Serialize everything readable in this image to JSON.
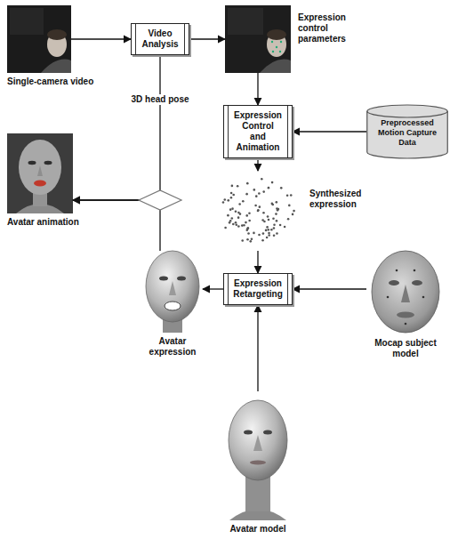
{
  "diagram": {
    "nodes": [
      {
        "text": [
          "Single-camera video"
        ]
      },
      {
        "text": [
          "Video Analysis"
        ]
      },
      {
        "text": [
          "Expression control parameters"
        ]
      },
      {
        "text": [
          "Expression Control and Animation"
        ]
      },
      {
        "text": [
          "Preprocessed Motion Capture Data"
        ]
      },
      {
        "text": [
          "Synthesized expression"
        ]
      },
      {
        "text": [
          "Avatar animation"
        ]
      },
      {
        "text": [
          "Expression Retargeting"
        ]
      },
      {
        "text": [
          "Avatar expression"
        ]
      },
      {
        "text": [
          "Mocap subject model"
        ]
      },
      {
        "text": [
          "Avatar model"
        ]
      }
    ],
    "edges": [
      {
        "from": 0,
        "to": 1,
        "arrow": "to"
      },
      {
        "from": 1,
        "to": 2,
        "arrow": "to"
      },
      {
        "from": 1,
        "to": 6,
        "label": "3D head pose",
        "arrow": "to"
      },
      {
        "from": 2,
        "to": 3,
        "arrow": "to"
      },
      {
        "from": 4,
        "to": 3,
        "arrow": "to"
      },
      {
        "from": 3,
        "to": 5,
        "arrow": "to"
      },
      {
        "from": 5,
        "to": 7,
        "arrow": "to"
      },
      {
        "from": 9,
        "to": 7,
        "arrow": "to"
      },
      {
        "from": 10,
        "to": 7,
        "arrow": "to"
      },
      {
        "from": 7,
        "to": 8,
        "arrow": "to"
      },
      {
        "from": 8,
        "to": 6,
        "arrow": "to"
      }
    ]
  }
}
